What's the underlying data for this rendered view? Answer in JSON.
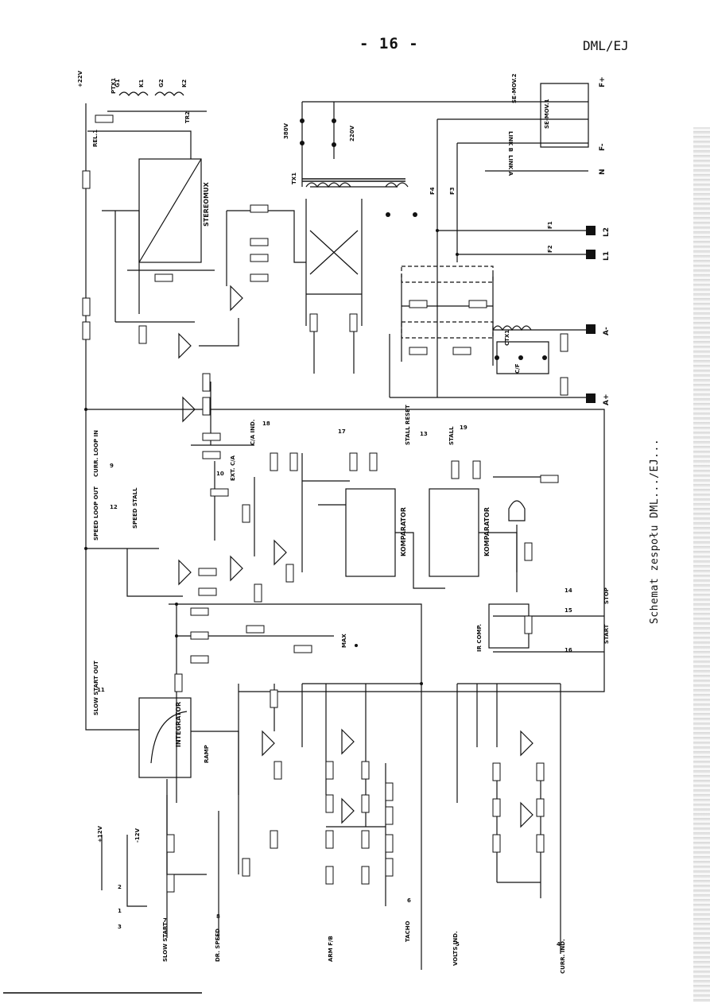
{
  "header": {
    "page_number": "- 16 -",
    "document_code": "DML/EJ"
  },
  "caption": "Schemat zespołu DML.../EJ...",
  "blocks": {
    "integrator": "INTEGRATOR",
    "stereomux": "STEREOMUX",
    "comparator_1": "KOMPARATOR",
    "comparator_2": "KOMPARATOR"
  },
  "terminals": {
    "plus_22v": "+22V",
    "ptx1": "PTX1",
    "k1": "K1",
    "k2": "K2",
    "g1": "G1",
    "g2": "G2",
    "rel1": "REL.1",
    "tr2": "TR2",
    "tx1": "TX1",
    "v380": "380V",
    "v220": "220V",
    "se_mov2": "SE-MOV.2",
    "se_mov1": "SE-MOV.1",
    "link_b": "LINK B",
    "link_a": "LINK A",
    "f4": "F4",
    "f3": "F3",
    "f1": "F1",
    "f2": "F2",
    "l2": "L2",
    "l1": "L1",
    "a_minus": "A-",
    "a_plus": "A+",
    "ctx1": "CTX1",
    "curr_loop_in": "CURR. LOOP IN",
    "speed_loop_out": "SPEED LOOP OUT",
    "speed_stall": "SPEED STALL",
    "stall_reset": "STALL RESET",
    "stall": "STALL",
    "c_a_ind": "C/A IND.",
    "ext_c_a": "EXT. C/A",
    "cf": "C/F",
    "slow_start_out": "SLOW START OUT",
    "slow_start": "SLOW START",
    "dr_speed": "DR. SPEED",
    "arm_fb": "ARM F/B",
    "tacho": "TACHO",
    "volts_ind": "VOLTS IND.",
    "curr_ind": "CURR. IND.",
    "ir_comp": "IR COMP.",
    "start": "START",
    "stop": "STOP",
    "max": "MAX",
    "ramp": "RAMP",
    "plus12": "+12V",
    "minus12": "-12V",
    "n": "N",
    "f_plus": "F+",
    "f_minus": "F-"
  },
  "pins": [
    "1",
    "2",
    "3",
    "4",
    "5",
    "6",
    "7",
    "8",
    "9",
    "10",
    "11",
    "12",
    "13",
    "14",
    "15",
    "16",
    "17",
    "18",
    "19"
  ]
}
